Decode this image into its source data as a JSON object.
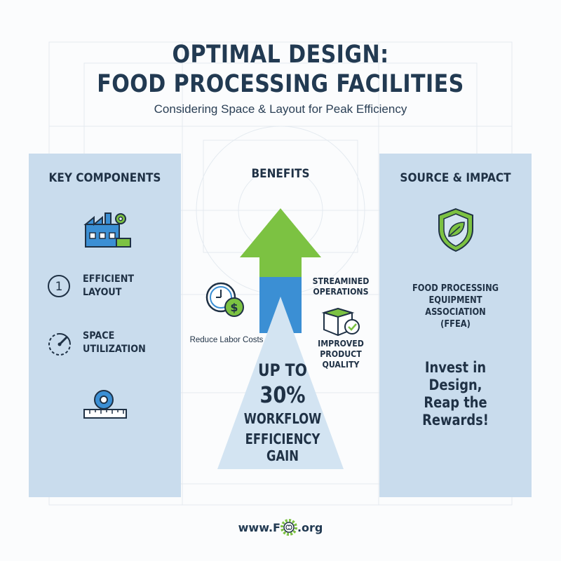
{
  "title": {
    "line1": "OPTIMAL DESIGN:",
    "line2": "FOOD PROCESSING FACILITIES"
  },
  "subtitle": "Considering Space & Layout for Peak Efficiency",
  "left_panel": {
    "heading": "KEY COMPONENTS",
    "items": [
      {
        "label": "EFFICIENT\nLAYOUT",
        "number": "1",
        "icon": "number-circle-icon"
      },
      {
        "label": "SPACE\nUTILIZATION",
        "icon": "gauge-icon"
      },
      {
        "label": "",
        "icon": "tape-measure-icon"
      }
    ]
  },
  "center": {
    "heading": "BENEFITS",
    "benefit_left": "Reduce Labor Costs",
    "benefit_right_1": "STREAMINED\nOPERATIONS",
    "benefit_right_2": "IMPROVED\nPRODUCT\nQUALITY",
    "stat_line1": "UP TO",
    "stat_value": "30%",
    "stat_line2": "WORKFLOW",
    "stat_line3": "EFFICIENCY GAIN"
  },
  "right_panel": {
    "heading": "SOURCE & IMPACT",
    "source": "FOOD PROCESSING\nEQUIPMENT\nASSOCIATION\n(FFEA)",
    "cta": "Invest in\nDesign,\nReap the\nRewards!"
  },
  "footer": {
    "prefix": "www.F",
    "suffix": ".org"
  },
  "colors": {
    "navy": "#223a52",
    "panel": "#c9dced",
    "green": "#7cc242",
    "blue": "#3b8fd4",
    "light_blue": "#d3e4f2"
  }
}
